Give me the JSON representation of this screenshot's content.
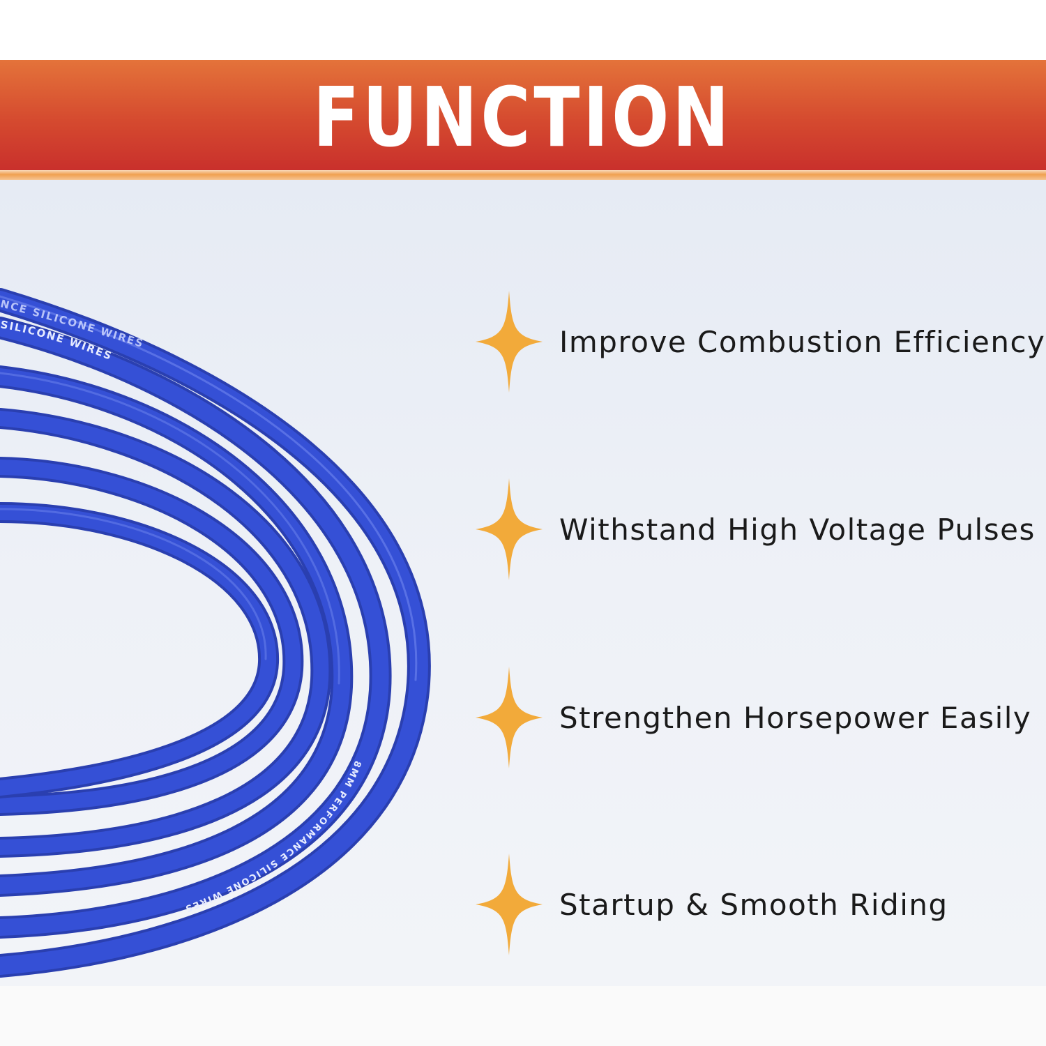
{
  "header": {
    "title": "FUNCTION"
  },
  "colors": {
    "banner": "#d54a2f",
    "accent_star": "#f2aa3a",
    "wire": "#2f48c8",
    "text": "#1a1a1a"
  },
  "features": [
    {
      "label": "Improve Combustion Efficiency",
      "icon": "sparkle-star-icon"
    },
    {
      "label": "Withstand High Voltage Pulses",
      "icon": "sparkle-star-icon"
    },
    {
      "label": "Strengthen Horsepower Easily",
      "icon": "sparkle-star-icon"
    },
    {
      "label": "Startup & Smooth Riding",
      "icon": "sparkle-star-icon"
    }
  ],
  "wire_prints": {
    "top_a": "SILICONE WIRES",
    "top_b": "NCE SILICONE WIRES",
    "bottom": "8MM PERFORMANCE SILICONE WIRES"
  }
}
